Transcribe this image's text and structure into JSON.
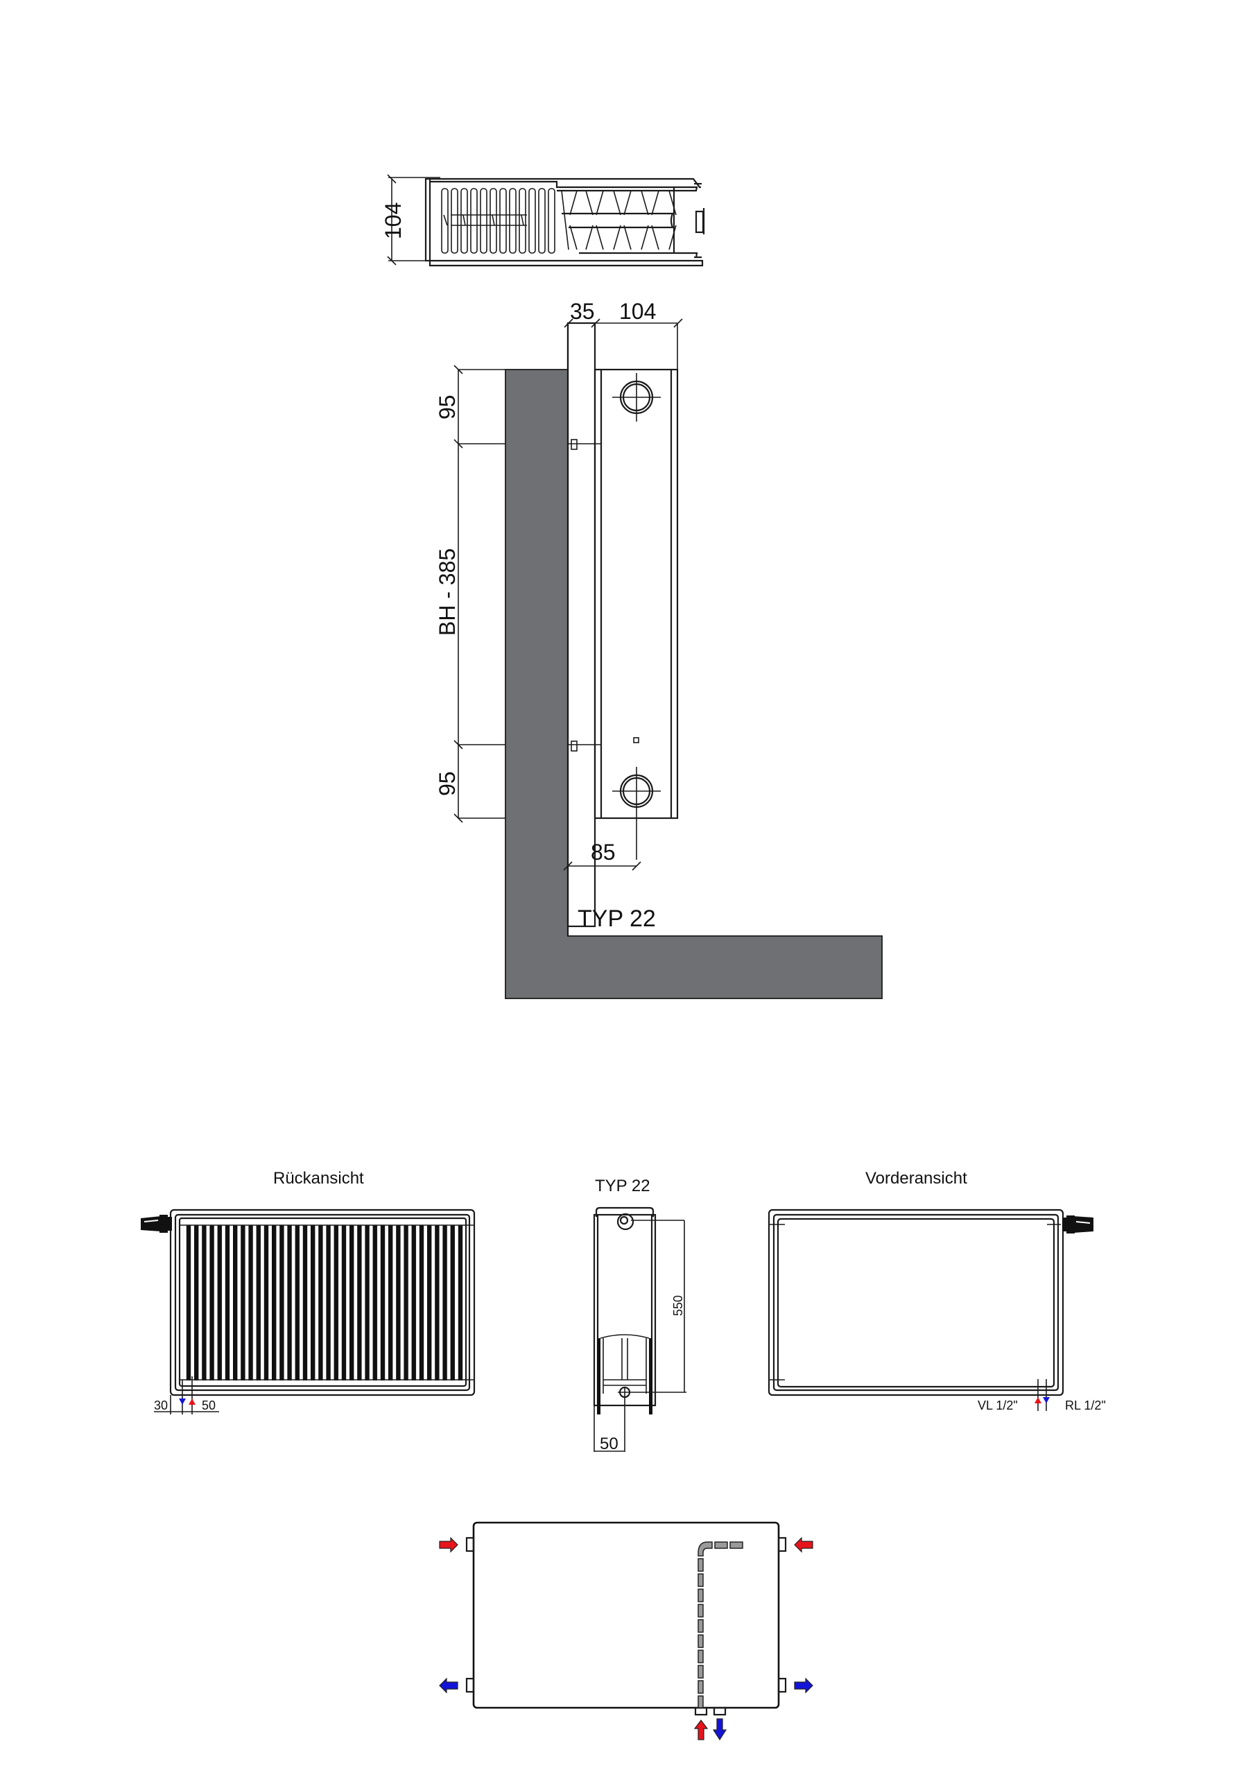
{
  "top_section_view": {
    "dimension_height": "104"
  },
  "side_mounting_view": {
    "dim_bracket_gap": "35",
    "dim_depth": "104",
    "dim_top_offset": "95",
    "dim_bracket_spacing": "BH - 385",
    "dim_bottom_offset": "95",
    "dim_wall_to_connection": "85",
    "type_label": "TYP 22",
    "wall_color": "#6f7073"
  },
  "rear_view": {
    "title": "Rückansicht",
    "dim_left": "30",
    "dim_right": "50",
    "fin_count": 44
  },
  "side_view": {
    "title": "TYP 22",
    "dim_height": "550",
    "dim_connection": "50"
  },
  "front_view": {
    "title": "Vorderansicht",
    "supply_label": "VL 1/2\"",
    "return_label": "RL 1/2\""
  },
  "connection_diagram": {
    "supply_color": "#e8141b",
    "return_color": "#1414d8",
    "pipe_color": "#9a9a9a",
    "arrows": [
      {
        "position": "top-left",
        "direction": "right",
        "flow": "supply"
      },
      {
        "position": "top-right",
        "direction": "left",
        "flow": "supply"
      },
      {
        "position": "bottom-left",
        "direction": "left",
        "flow": "return"
      },
      {
        "position": "bottom-right",
        "direction": "right",
        "flow": "return"
      },
      {
        "position": "bottom-center-1",
        "direction": "up",
        "flow": "supply"
      },
      {
        "position": "bottom-center-2",
        "direction": "down",
        "flow": "return"
      }
    ]
  }
}
